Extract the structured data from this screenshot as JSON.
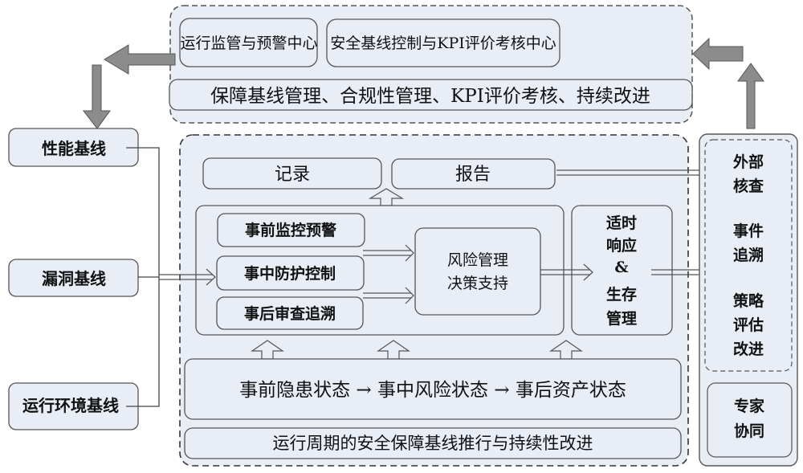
{
  "top_panel": {
    "center_left": "运行监管与预警中心",
    "center_right": "安全基线控制与KPI评价考核中心",
    "bar": "保障基线管理、合规性管理、KPI评价考核、持续改进"
  },
  "baselines": {
    "performance": "性能基线",
    "vulnerability": "漏洞基线",
    "environment": "运行环境基线"
  },
  "main_panel": {
    "record": "记录",
    "report": "报告",
    "phases": [
      "事前监控预警",
      "事中防护控制",
      "事后审查追溯"
    ],
    "risk_lines": [
      "风险管理",
      "决策支持"
    ],
    "response_lines": [
      "适时",
      "响应",
      "&",
      "生存",
      "管理"
    ],
    "state_flow": "事前隐患状态 → 事中风险状态 → 事后资产状态",
    "cycle": "运行周期的安全保障基线推行与持续性改进"
  },
  "right_panel": {
    "external_lines": [
      "外部",
      "核查"
    ],
    "event_lines": [
      "事件",
      "追溯"
    ],
    "strategy_lines": [
      "策略",
      "评估",
      "改进"
    ],
    "expert_lines": [
      "专家",
      "协同"
    ]
  },
  "colors": {
    "panel_fill": "#e8edf6",
    "border": "#555555",
    "arrow_gray": "#8c8c8c"
  }
}
